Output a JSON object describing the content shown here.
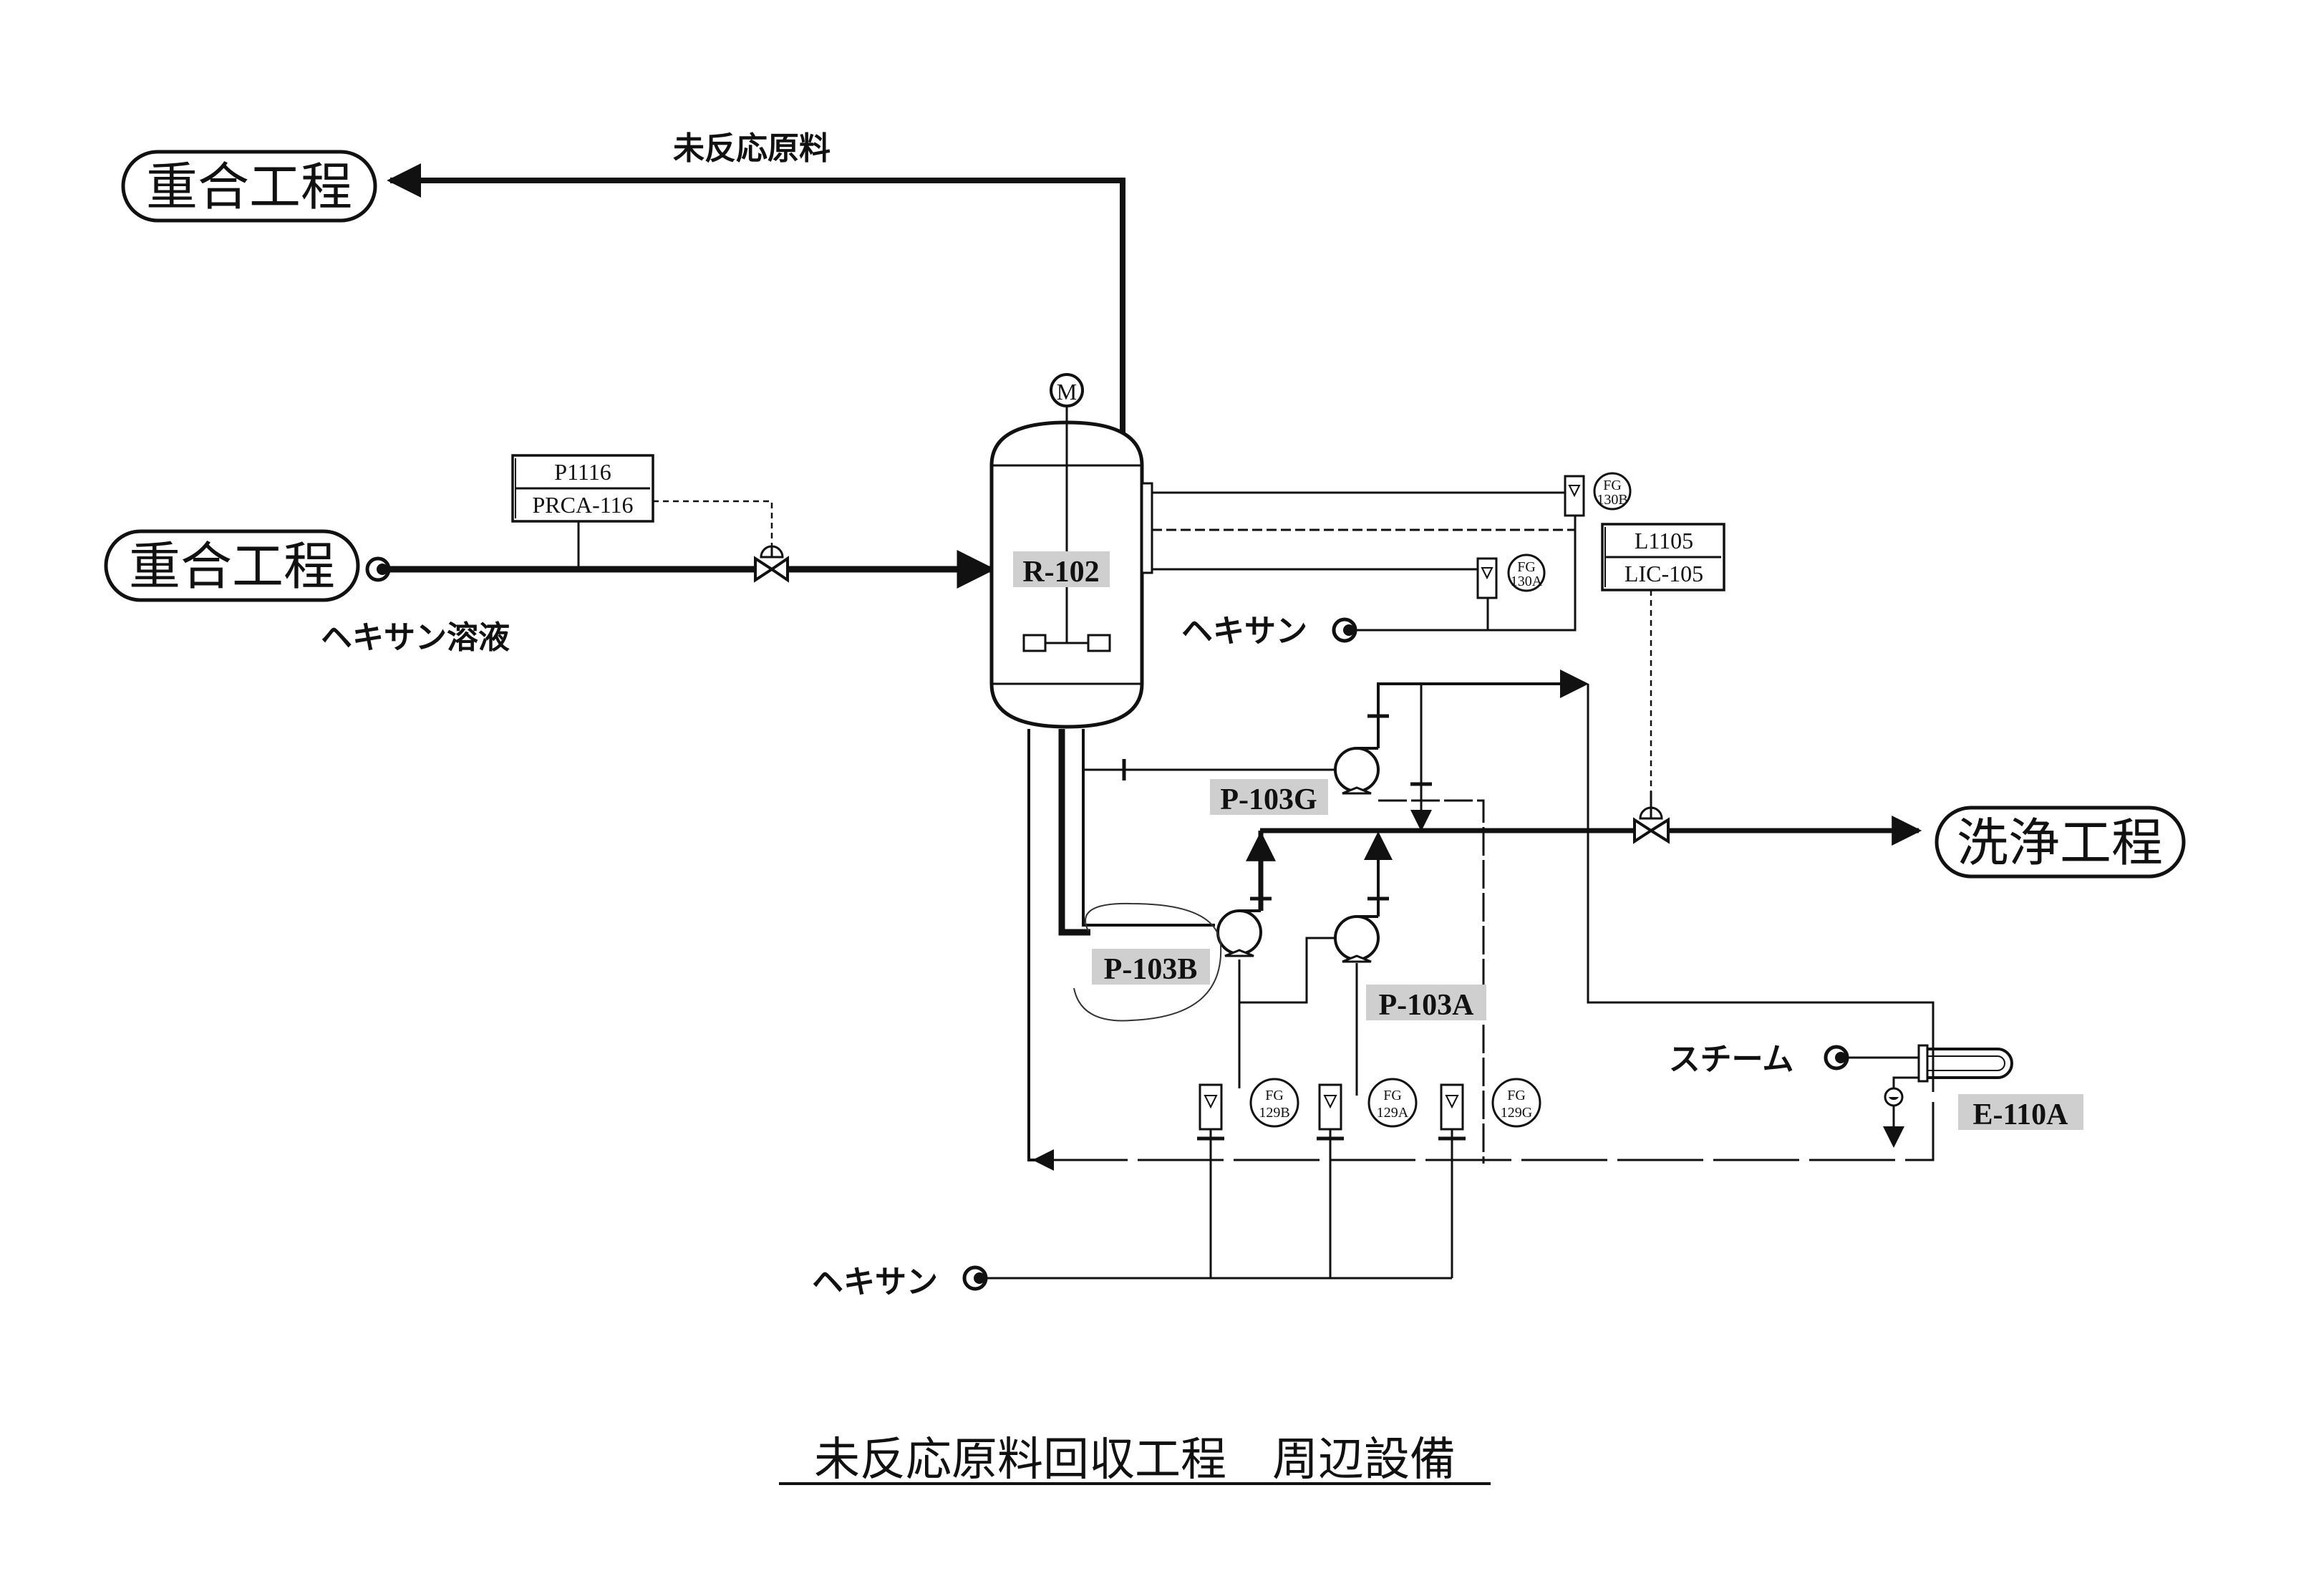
{
  "title": "未反応原料回収工程　周辺設備",
  "terminals": {
    "left_top": "重合工程",
    "left_mid": "重合工程",
    "right": "洗浄工程"
  },
  "streams": {
    "unreacted_material": "未反応原料",
    "hexane_solution": "ヘキサン溶液",
    "hexane_upper": "ヘキサン",
    "hexane_lower": "ヘキサン",
    "steam": "スチーム"
  },
  "equipment": {
    "reactor": "R-102",
    "motor": "M",
    "pump_g": "P-103G",
    "pump_b": "P-103B",
    "pump_a": "P-103A",
    "heater": "E-110A"
  },
  "instruments": {
    "pressure": {
      "top": "P1116",
      "bottom": "PRCA-116"
    },
    "level": {
      "top": "L1105",
      "bottom": "LIC-105"
    },
    "fg_130b": {
      "top": "FG",
      "bottom": "130B"
    },
    "fg_130a": {
      "top": "FG",
      "bottom": "130A"
    },
    "fg_129b": {
      "top": "FG",
      "bottom": "129B"
    },
    "fg_129a": {
      "top": "FG",
      "bottom": "129A"
    },
    "fg_129g": {
      "top": "FG",
      "bottom": "129G"
    }
  }
}
